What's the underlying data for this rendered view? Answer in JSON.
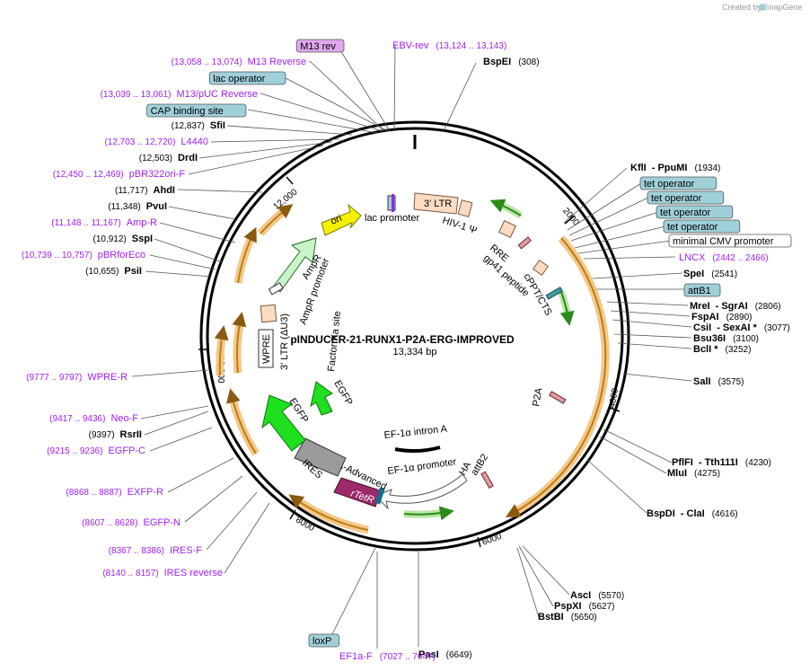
{
  "credit": "Created by SnapGene",
  "plasmid": {
    "name": "pINDUCER-21-RUNX1-P2A-ERG-IMPROVED",
    "size": "13,334 bp"
  },
  "ticks": [
    "2000",
    "4000",
    "6000",
    "8000",
    "10,000",
    "12,000"
  ],
  "colors": {
    "primer": "#a020f0",
    "ori": "#f5f000",
    "ampr": "#c8f5c8",
    "ltr": "#fbdcc3",
    "egfp": "#1ee01e",
    "rtta": "#9b9b9b",
    "rtetr": "#9c2a6a",
    "orf": "#f0a020",
    "boxed_blue": "#9fd0da",
    "boxed_purple": "#e0a8f0"
  },
  "left_labels": [
    {
      "kind": "boxed",
      "name": "M13 rev",
      "box": "purple"
    },
    {
      "kind": "primer",
      "name": "M13 Reverse",
      "pos": "(13,058 .. 13,074)"
    },
    {
      "kind": "boxed",
      "name": "lac operator",
      "box": "blue"
    },
    {
      "kind": "primer",
      "name": "M13/pUC Reverse",
      "pos": "(13,039 .. 13,061)"
    },
    {
      "kind": "boxed",
      "name": "CAP binding site",
      "box": "blue"
    },
    {
      "kind": "enzyme",
      "name": "SfiI",
      "pos": "(12,837)"
    },
    {
      "kind": "primer",
      "name": "L4440",
      "pos": "(12,703 .. 12,720)"
    },
    {
      "kind": "enzyme",
      "name": "DrdI",
      "pos": "(12,503)"
    },
    {
      "kind": "primer",
      "name": "pBR322ori-F",
      "pos": "(12,450 .. 12,469)"
    },
    {
      "kind": "enzyme",
      "name": "AhdI",
      "pos": "(11,717)"
    },
    {
      "kind": "enzyme",
      "name": "PvuI",
      "pos": "(11,348)"
    },
    {
      "kind": "primer",
      "name": "Amp-R",
      "pos": "(11,148 .. 11,167)"
    },
    {
      "kind": "enzyme",
      "name": "SspI",
      "pos": "(10,912)"
    },
    {
      "kind": "primer",
      "name": "pBRforEco",
      "pos": "(10,739 .. 10,757)"
    },
    {
      "kind": "enzyme",
      "name": "PsiI",
      "pos": "(10,655)"
    },
    {
      "kind": "primer",
      "name": "WPRE-R",
      "pos": "(9777 .. 9797)"
    },
    {
      "kind": "primer",
      "name": "Neo-F",
      "pos": "(9417 .. 9436)"
    },
    {
      "kind": "enzyme",
      "name": "RsrII",
      "pos": "(9397)"
    },
    {
      "kind": "primer",
      "name": "EGFP-C",
      "pos": "(9215 .. 9236)"
    },
    {
      "kind": "primer",
      "name": "EXFP-R",
      "pos": "(8868 .. 8887)"
    },
    {
      "kind": "primer",
      "name": "EGFP-N",
      "pos": "(8607 .. 8628)"
    },
    {
      "kind": "primer",
      "name": "IRES-F",
      "pos": "(8367 .. 8386)"
    },
    {
      "kind": "primer",
      "name": "IRES reverse",
      "pos": "(8140 .. 8157)"
    }
  ],
  "top_labels": [
    {
      "kind": "primer",
      "name": "EBV-rev",
      "pos": "(13,124 .. 13,143)"
    },
    {
      "kind": "enzyme",
      "name": "BspEI",
      "pos": "(308)"
    }
  ],
  "right_labels": [
    {
      "kind": "enzyme",
      "name": "KflI",
      "name2": "PpuMI",
      "pos": "(1934)"
    },
    {
      "kind": "boxed",
      "name": "tet operator",
      "box": "blue"
    },
    {
      "kind": "boxed",
      "name": "tet operator",
      "box": "blue"
    },
    {
      "kind": "boxed",
      "name": "tet operator",
      "box": "blue"
    },
    {
      "kind": "boxed",
      "name": "tet operator",
      "box": "blue"
    },
    {
      "kind": "boxed",
      "name": "minimal CMV promoter",
      "box": "white"
    },
    {
      "kind": "primer",
      "name": "LNCX",
      "pos": "(2442 .. 2466)"
    },
    {
      "kind": "enzyme",
      "name": "SpeI",
      "pos": "(2541)"
    },
    {
      "kind": "boxed",
      "name": "attB1",
      "box": "blue"
    },
    {
      "kind": "enzyme",
      "name": "MreI",
      "name2": "SgrAI",
      "pos": "(2806)"
    },
    {
      "kind": "enzyme",
      "name": "FspAI",
      "pos": "(2890)"
    },
    {
      "kind": "enzyme",
      "name": "CsiI",
      "name2": "SexAI *",
      "pos": "(3077)"
    },
    {
      "kind": "enzyme",
      "name": "Bsu36I",
      "pos": "(3100)"
    },
    {
      "kind": "enzyme",
      "name": "BclI *",
      "pos": "(3252)"
    },
    {
      "kind": "enzyme",
      "name": "SalI",
      "pos": "(3575)"
    },
    {
      "kind": "enzyme",
      "name": "PflFI",
      "name2": "Tth111I",
      "pos": "(4230)"
    },
    {
      "kind": "enzyme",
      "name": "MluI",
      "pos": "(4275)"
    },
    {
      "kind": "enzyme",
      "name": "BspDI",
      "name2": "ClaI",
      "pos": "(4616)"
    }
  ],
  "bottom_labels": [
    {
      "kind": "enzyme",
      "name": "AscI",
      "pos": "(5570)"
    },
    {
      "kind": "enzyme",
      "name": "PspXI",
      "pos": "(5627)"
    },
    {
      "kind": "enzyme",
      "name": "BstBI",
      "pos": "(5650)"
    },
    {
      "kind": "enzyme",
      "name": "PasI",
      "pos": "(6649)"
    },
    {
      "kind": "boxed",
      "name": "loxP",
      "box": "blue"
    },
    {
      "kind": "primer",
      "name": "EF1a-F",
      "pos": "(7027 .. 7047)"
    }
  ],
  "features": {
    "ltr5": "3' LTR",
    "hiv_psi": "HIV-1 Ψ",
    "rre": "RRE",
    "gp41": "gp41 peptide",
    "cppt": "cPPT/CTS",
    "p2a": "P2A",
    "ha": "HA",
    "attb2": "attB2",
    "ef1a_promoter": "EF-1α promoter",
    "ef1a_intron": "EF-1α intron A",
    "rtetr": "rTetR",
    "rtta": "rTTA-Advanced",
    "ires": "IRES",
    "egfp1": "EGFP",
    "egfp2": "EGFP",
    "factor_xa": "Factor Xa site",
    "wpre": "WPRE",
    "ltr3": "3' LTR (ΔU3)",
    "ampr": "AmpR",
    "ampr_promoter": "AmpR promoter",
    "ori": "ori",
    "lac_promoter": "lac promoter"
  }
}
